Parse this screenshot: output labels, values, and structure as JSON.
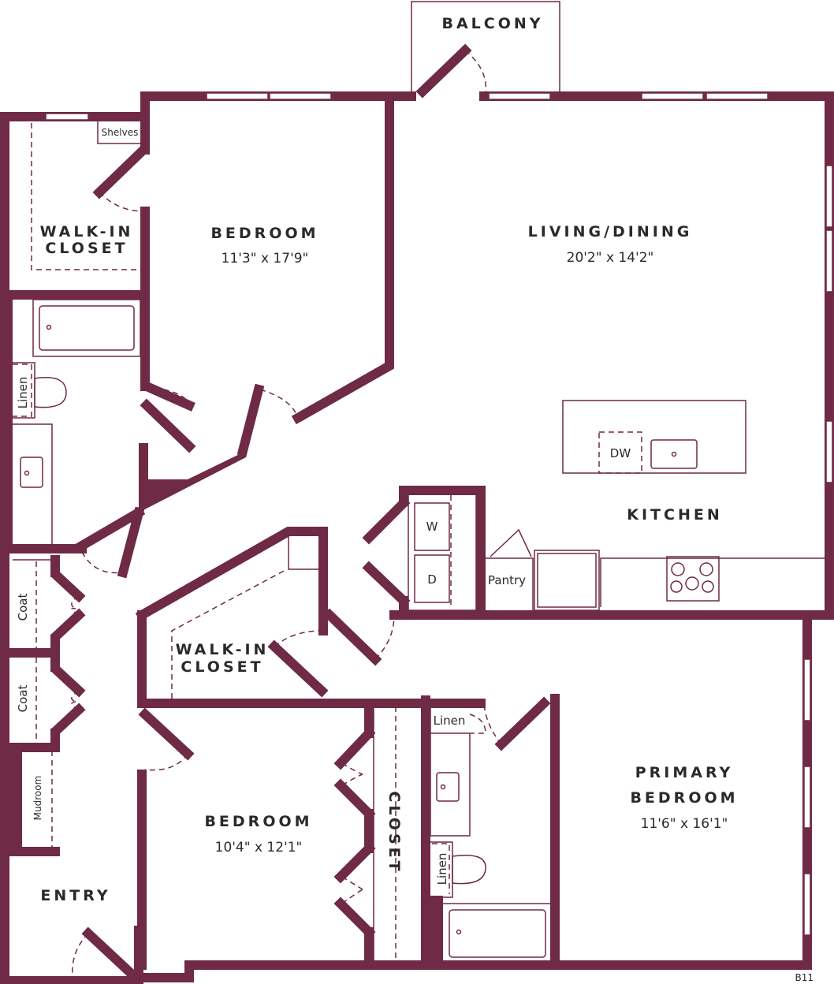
{
  "colors": {
    "wall": "#6f2a45",
    "text": "#2a2a2a",
    "background": "#ffffff"
  },
  "rooms": {
    "balcony": {
      "name": "BALCONY"
    },
    "walk_in_closet_1": {
      "line1": "WALK-IN",
      "line2": "CLOSET"
    },
    "shelves": {
      "name": "Shelves"
    },
    "bedroom_1": {
      "name": "BEDROOM",
      "size": "11'3\" x 17'9\""
    },
    "living_dining": {
      "name": "LIVING/DINING",
      "size": "20'2\" x 14'2\""
    },
    "kitchen": {
      "name": "KITCHEN"
    },
    "dishwasher": {
      "name": "DW"
    },
    "washer": {
      "name": "W"
    },
    "dryer": {
      "name": "D"
    },
    "pantry": {
      "name": "Pantry"
    },
    "linen_1": {
      "name": "Linen"
    },
    "coat_1": {
      "name": "Coat"
    },
    "coat_2": {
      "name": "Coat"
    },
    "walk_in_closet_2": {
      "line1": "WALK-IN",
      "line2": "CLOSET"
    },
    "mudroom": {
      "name": "Mudroom"
    },
    "bedroom_2": {
      "name": "BEDROOM",
      "size": "10'4\" x 12'1\""
    },
    "closet": {
      "name": "CLOSET"
    },
    "linen_2": {
      "name": "Linen"
    },
    "linen_3": {
      "name": "Linen"
    },
    "primary_bedroom": {
      "line1": "PRIMARY",
      "line2": "BEDROOM",
      "size": "11'6\" x 16'1\""
    },
    "entry": {
      "name": "ENTRY"
    }
  },
  "plan_code": "B11"
}
